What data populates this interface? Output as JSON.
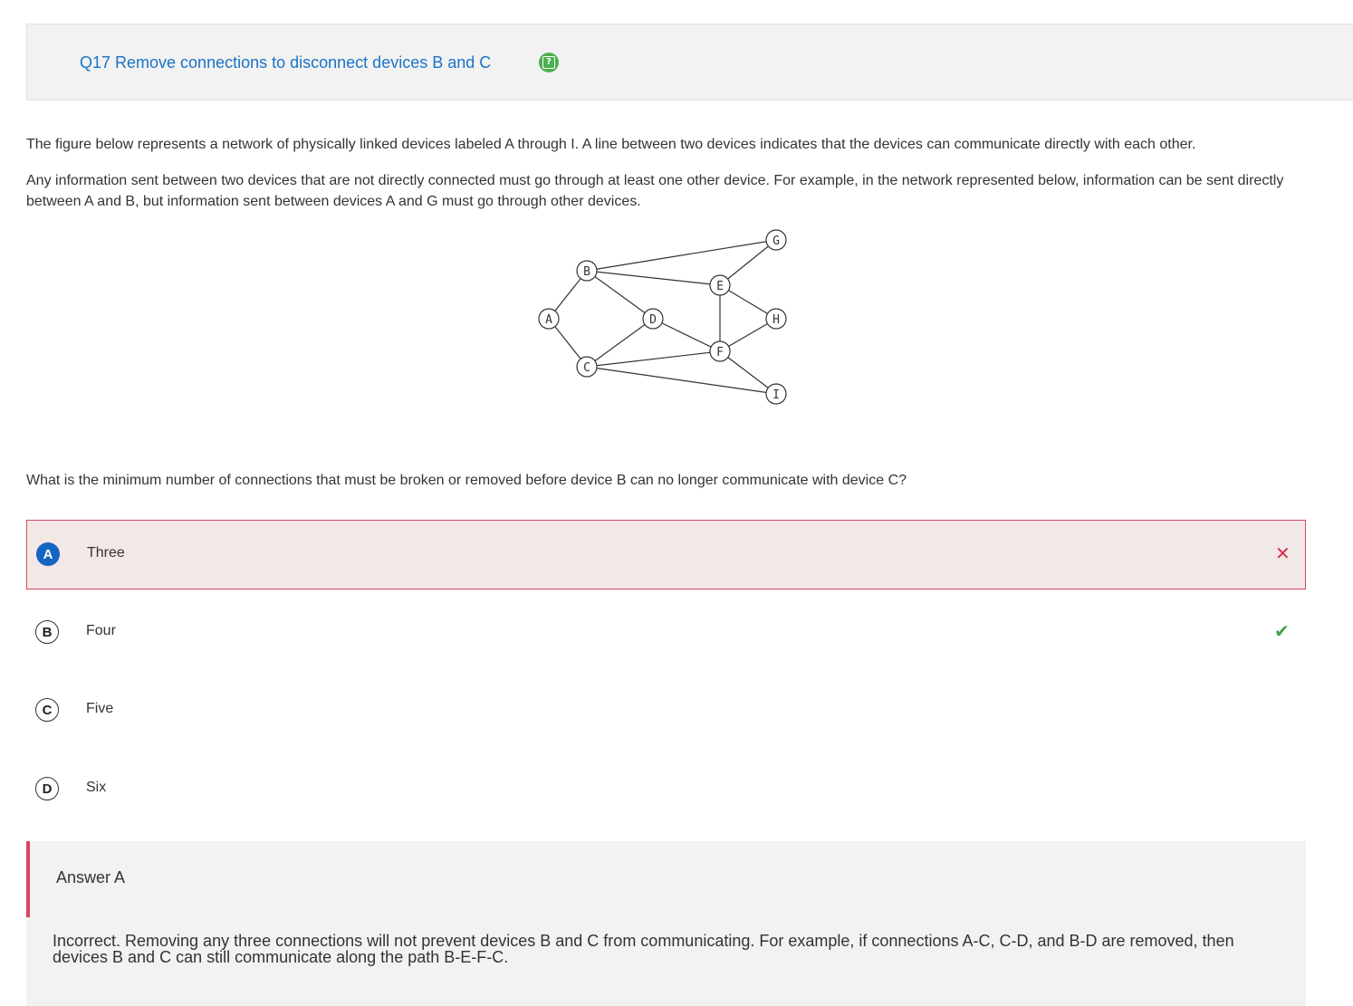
{
  "question": {
    "title": "Q17 Remove connections to disconnect devices B and C",
    "help_icon": "help-icon",
    "paragraph1": "The figure below represents a network of physically linked devices labeled A through I. A line between two devices indicates that the devices can communicate directly with each other.",
    "paragraph2": "Any information sent between two devices that are not directly connected must go through at least one other device. For example, in the network represented below, information can be sent directly between A and B, but information sent between devices A and G must go through other devices.",
    "prompt": "What is the minimum number of connections that must be broken or removed before device B can no longer communicate with device C?"
  },
  "network": {
    "nodes": [
      "A",
      "B",
      "C",
      "D",
      "E",
      "F",
      "G",
      "H",
      "I"
    ],
    "edges": [
      [
        "A",
        "B"
      ],
      [
        "A",
        "C"
      ],
      [
        "B",
        "D"
      ],
      [
        "B",
        "E"
      ],
      [
        "B",
        "G"
      ],
      [
        "C",
        "D"
      ],
      [
        "C",
        "F"
      ],
      [
        "C",
        "I"
      ],
      [
        "D",
        "F"
      ],
      [
        "E",
        "F"
      ],
      [
        "E",
        "G"
      ],
      [
        "E",
        "H"
      ],
      [
        "F",
        "H"
      ],
      [
        "F",
        "I"
      ]
    ]
  },
  "options": [
    {
      "letter": "A",
      "text": "Three",
      "selected": true,
      "mark": "✕",
      "mark_icon": "x-icon"
    },
    {
      "letter": "B",
      "text": "Four",
      "selected": false,
      "mark": "✔",
      "mark_icon": "check-icon"
    },
    {
      "letter": "C",
      "text": "Five",
      "selected": false,
      "mark": "",
      "mark_icon": ""
    },
    {
      "letter": "D",
      "text": "Six",
      "selected": false,
      "mark": "",
      "mark_icon": ""
    }
  ],
  "answer": {
    "title": "Answer A",
    "explanation": "Incorrect. Removing any three connections will not prevent devices B and C from communicating. For example, if connections A-C, C-D, and B-D are removed, then devices B and C can still communicate along the path B-E-F-C."
  },
  "colors": {
    "link": "#1a73c7",
    "selected_border": "#d9455f",
    "selected_bg": "#f3e8e8",
    "correct": "#43a047",
    "wrong": "#d32f4a",
    "letter_selected": "#1565c0"
  }
}
